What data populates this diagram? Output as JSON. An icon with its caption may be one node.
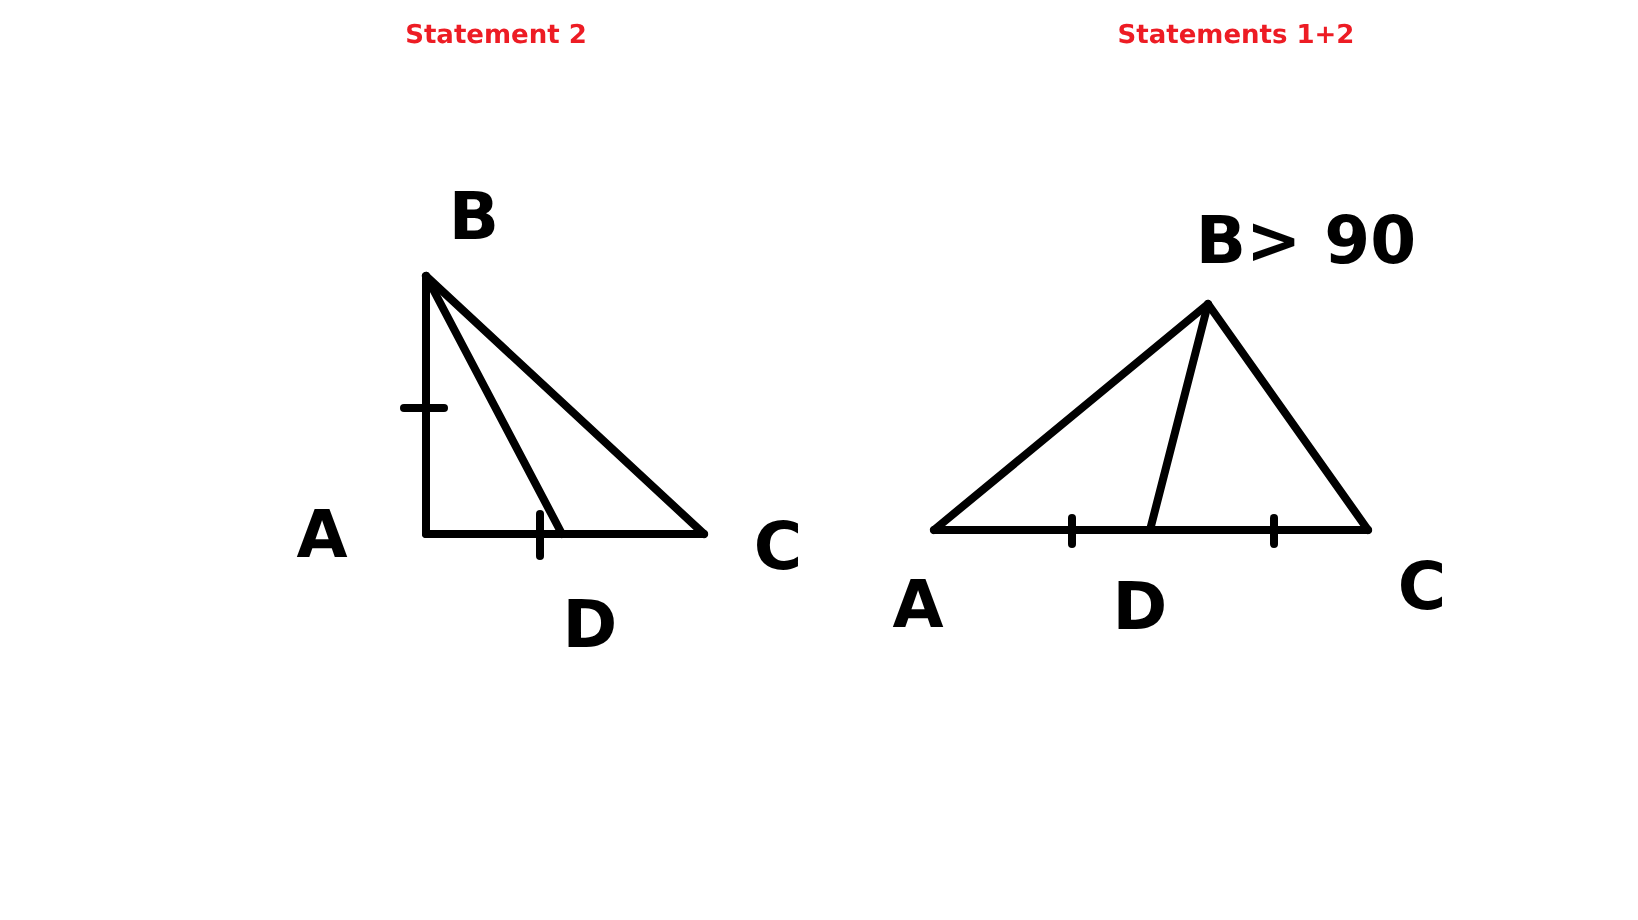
{
  "diagram": {
    "labels": [
      "Statement 2",
      "Statements 1+2",
      "B",
      "B> 90",
      "A",
      "C",
      "A",
      "D",
      "C",
      "D"
    ]
  }
}
